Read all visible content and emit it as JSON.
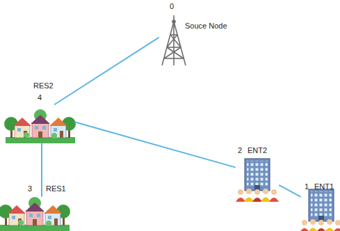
{
  "diagram": {
    "nodes": [
      {
        "text": [
          "0",
          "Souce Node"
        ]
      },
      {
        "text": [
          "RES2",
          "4"
        ]
      },
      {
        "text": [
          "2",
          "ENT2"
        ]
      },
      {
        "text": [
          "1",
          "ENT1"
        ]
      },
      {
        "text": [
          "3",
          "RES1"
        ]
      }
    ],
    "edges": [
      {
        "from": 0,
        "to": 1,
        "arrow": "none"
      },
      {
        "from": 1,
        "to": 4,
        "arrow": "none"
      },
      {
        "from": 1,
        "to": 2,
        "arrow": "none"
      },
      {
        "from": 2,
        "to": 3,
        "arrow": "none"
      }
    ]
  }
}
